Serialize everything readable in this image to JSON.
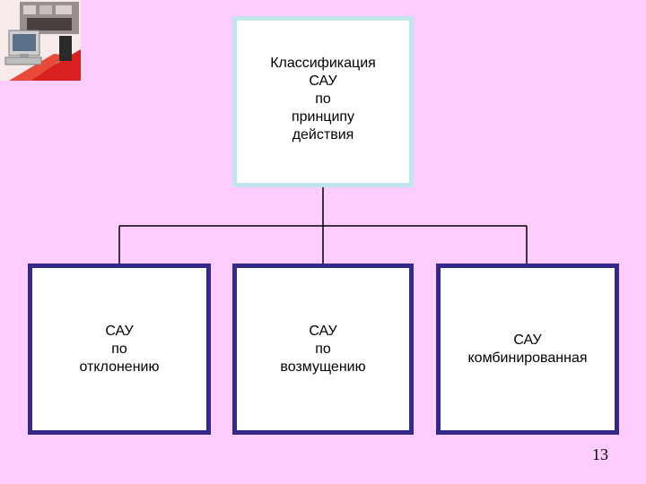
{
  "diagram": {
    "root": {
      "lines": [
        "Классификация",
        "САУ",
        "по",
        "принципу",
        "действия"
      ]
    },
    "children": [
      {
        "lines": [
          "САУ",
          "по",
          "отклонению"
        ]
      },
      {
        "lines": [
          "САУ",
          "по",
          "возмущению"
        ]
      },
      {
        "lines": [
          "САУ",
          "комбинированная"
        ]
      }
    ],
    "colors": {
      "background": "#FFCCFF",
      "root_border": "#BFE6EA",
      "child_border": "#33298A",
      "connector": "#000000"
    }
  },
  "page_number": "13"
}
